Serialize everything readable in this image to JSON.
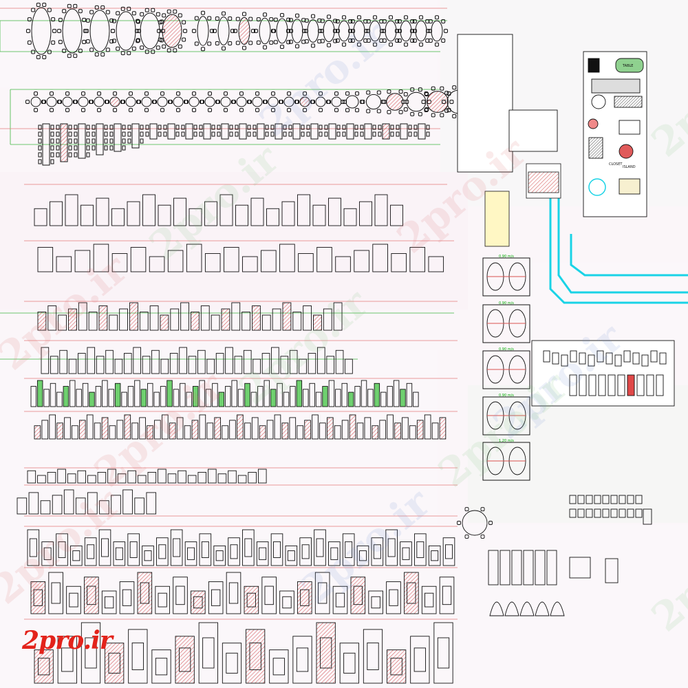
{
  "watermark": {
    "text": "2pro.ir"
  },
  "logo": {
    "text": "2pro.ir"
  },
  "panel_labels": {
    "kitchen_title": "TABLE",
    "kitchen_note": "ISLAND",
    "wc_label": "CLOSET",
    "dining_sizes": [
      "0.90 m/s",
      "0.90 m/s",
      "0.90 m/s",
      "0.90 m/s",
      "1.20 m/s"
    ]
  },
  "colors": {
    "guide_red": "#e47a7a",
    "guide_green": "#3fb63f",
    "accent_cyan": "#19d3e6",
    "accent_yellow": "#f0e35a",
    "block_black": "#111111",
    "block_red": "#d9534f"
  }
}
